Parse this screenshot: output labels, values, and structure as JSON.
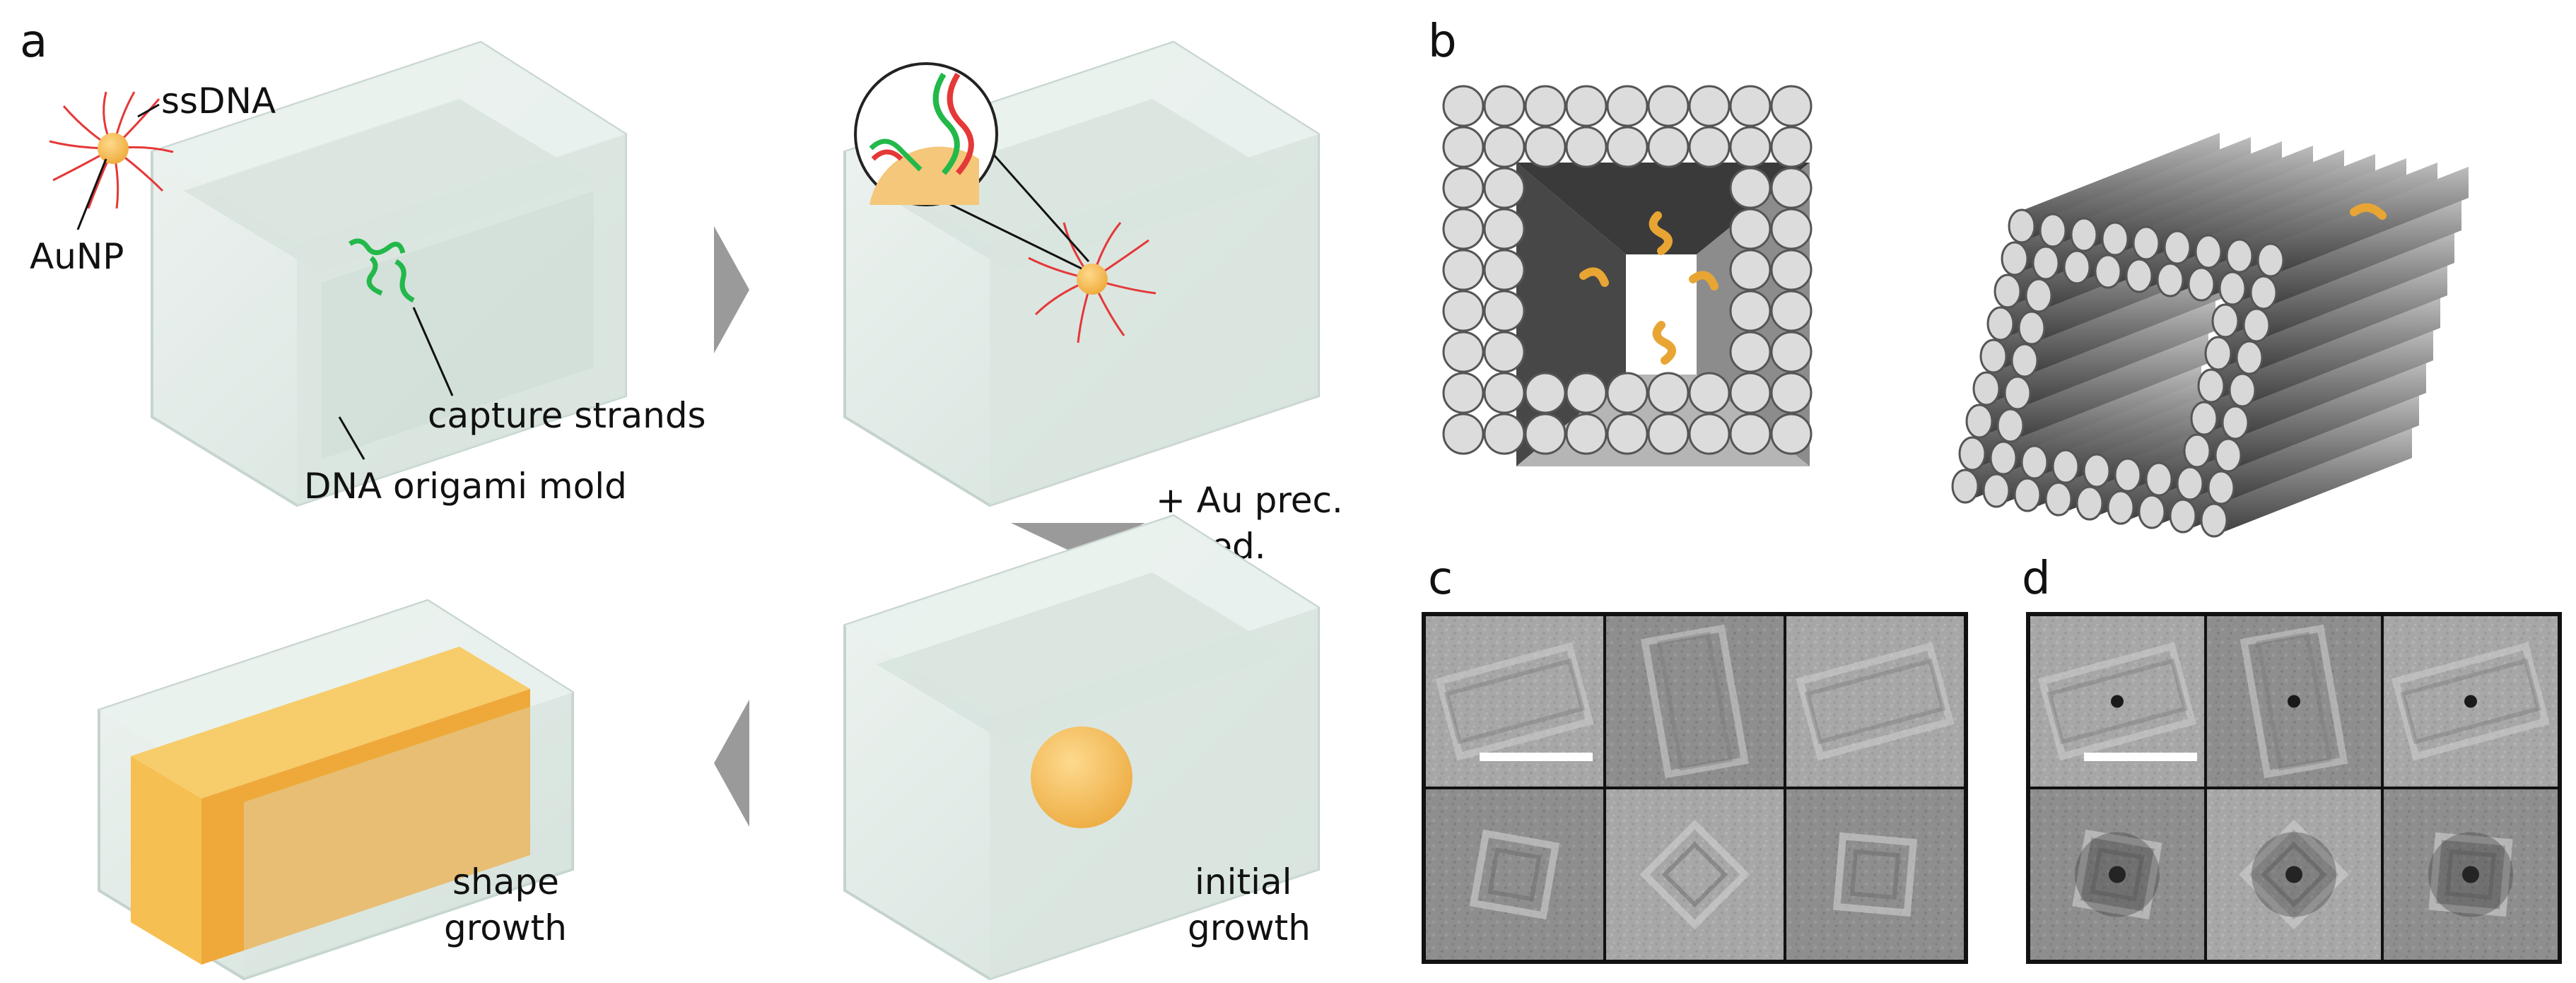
{
  "panels": {
    "a": {
      "label": "a",
      "annotations": {
        "ssdna": "ssDNA",
        "aunp": "AuNP",
        "capture": "capture strands",
        "mold": "DNA origami mold",
        "precursor_line1": "+ Au prec.",
        "precursor_line2": "+ red.",
        "initial_line1": "initial",
        "initial_line2": "growth",
        "shape_line1": "shape",
        "shape_line2": "growth"
      }
    },
    "b": {
      "label": "b"
    },
    "c": {
      "label": "c",
      "grid": {
        "rows": 2,
        "cols": 3
      }
    },
    "d": {
      "label": "d",
      "grid": {
        "rows": 2,
        "cols": 3
      }
    }
  },
  "colors": {
    "mold_fill": "#dde8e3",
    "mold_edge": "#c9d6d0",
    "gold": "#f3bb4e",
    "gold_dark": "#e8a534",
    "dna_green": "#22b84a",
    "dna_red": "#e53838",
    "cylinder_face": "#dcdcdc",
    "cylinder_side": "#4a4a4a",
    "arrow_gray": "#9a9a9a",
    "em_bg": "#a9a9a9"
  }
}
